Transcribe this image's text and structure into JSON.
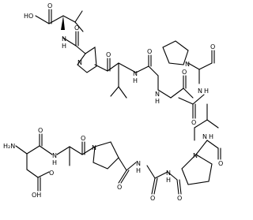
{
  "molecule": {
    "labels": {
      "acid_oh_top": "HO",
      "acid_o_top": "O",
      "nh_1": "N",
      "h_1": "H",
      "o_pro1": "O",
      "n_pro1": "N",
      "o_val": "O",
      "nh_val": "N",
      "h_val": "H",
      "o_ala1": "O",
      "nh_ala1": "N",
      "h_ala1": "H",
      "n_pro2": "N",
      "o_pro2": "O",
      "o_gly": "O",
      "nh_gly": "N",
      "h_gly": "H",
      "o_ala2": "O",
      "nh_ala2": "N",
      "h_ala2": "H",
      "o_pro3": "O",
      "n_pro3": "N",
      "h2n": "H₂N",
      "o_asp": "O",
      "o_asp_side": "O",
      "oh_asp": "OH",
      "nh_asp": "N",
      "h_asp": "H",
      "o_ala3": "O",
      "n_pro4": "N",
      "o_pro4": "O",
      "nh_pro4": "N",
      "h_pro4": "H",
      "o_ala4": "O",
      "nh_ala4": "N",
      "h_ala4": "H",
      "o_ala5": "O"
    }
  }
}
